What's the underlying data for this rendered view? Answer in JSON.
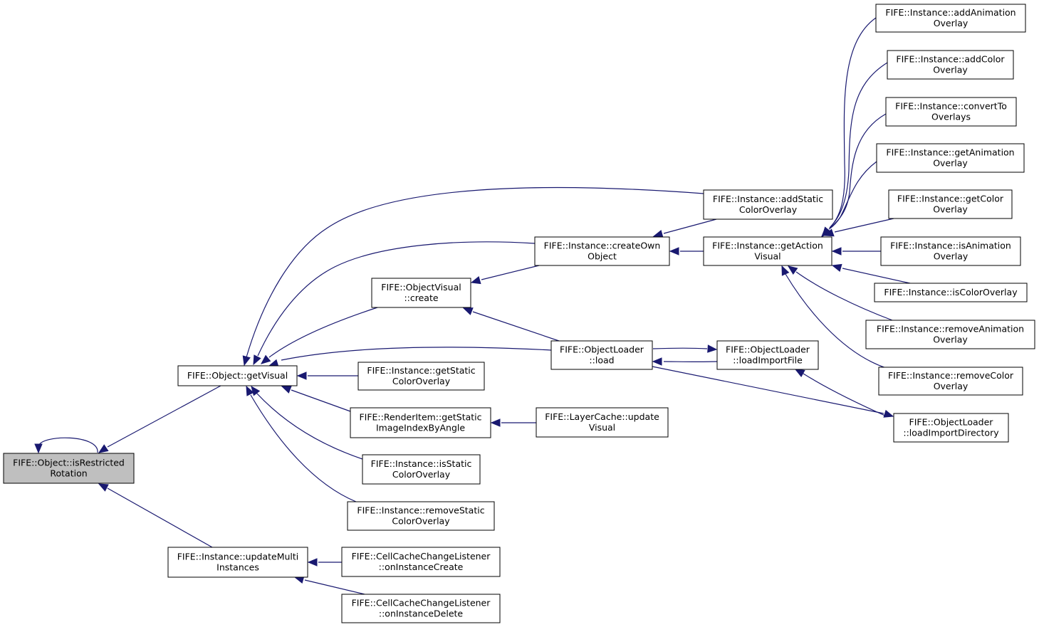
{
  "nodes": [
    {
      "id": "root",
      "lines": [
        "FIFE::Object::isRestricted",
        "Rotation"
      ],
      "current": true
    },
    {
      "id": "getVisual",
      "lines": [
        "FIFE::Object::getVisual"
      ]
    },
    {
      "id": "updateMulti",
      "lines": [
        "FIFE::Instance::updateMulti",
        "Instances"
      ]
    },
    {
      "id": "ovCreate",
      "lines": [
        "FIFE::ObjectVisual",
        "::create"
      ]
    },
    {
      "id": "createOwn",
      "lines": [
        "FIFE::Instance::createOwn",
        "Object"
      ]
    },
    {
      "id": "addStatic",
      "lines": [
        "FIFE::Instance::addStatic",
        "ColorOverlay"
      ]
    },
    {
      "id": "olLoad",
      "lines": [
        "FIFE::ObjectLoader",
        "::load"
      ]
    },
    {
      "id": "getStaticCO",
      "lines": [
        "FIFE::Instance::getStatic",
        "ColorOverlay"
      ]
    },
    {
      "id": "riGetStatic",
      "lines": [
        "FIFE::RenderItem::getStatic",
        "ImageIndexByAngle"
      ]
    },
    {
      "id": "isStaticCO",
      "lines": [
        "FIFE::Instance::isStatic",
        "ColorOverlay"
      ]
    },
    {
      "id": "removeStaticCO",
      "lines": [
        "FIFE::Instance::removeStatic",
        "ColorOverlay"
      ]
    },
    {
      "id": "lcUpdateVisual",
      "lines": [
        "FIFE::LayerCache::update",
        "Visual"
      ]
    },
    {
      "id": "getAction",
      "lines": [
        "FIFE::Instance::getAction",
        "Visual"
      ]
    },
    {
      "id": "loadImportFile",
      "lines": [
        "FIFE::ObjectLoader",
        "::loadImportFile"
      ]
    },
    {
      "id": "loadImportDir",
      "lines": [
        "FIFE::ObjectLoader",
        "::loadImportDirectory"
      ]
    },
    {
      "id": "addAnim",
      "lines": [
        "FIFE::Instance::addAnimation",
        "Overlay"
      ]
    },
    {
      "id": "addColor",
      "lines": [
        "FIFE::Instance::addColor",
        "Overlay"
      ]
    },
    {
      "id": "convertTo",
      "lines": [
        "FIFE::Instance::convertTo",
        "Overlays"
      ]
    },
    {
      "id": "getAnim",
      "lines": [
        "FIFE::Instance::getAnimation",
        "Overlay"
      ]
    },
    {
      "id": "getColor",
      "lines": [
        "FIFE::Instance::getColor",
        "Overlay"
      ]
    },
    {
      "id": "isAnim",
      "lines": [
        "FIFE::Instance::isAnimation",
        "Overlay"
      ]
    },
    {
      "id": "isColor",
      "lines": [
        "FIFE::Instance::isColorOverlay"
      ]
    },
    {
      "id": "removeAnim",
      "lines": [
        "FIFE::Instance::removeAnimation",
        "Overlay"
      ]
    },
    {
      "id": "removeColor",
      "lines": [
        "FIFE::Instance::removeColor",
        "Overlay"
      ]
    },
    {
      "id": "onCreate",
      "lines": [
        "FIFE::CellCacheChangeListener",
        "::onInstanceCreate"
      ]
    },
    {
      "id": "onDelete",
      "lines": [
        "FIFE::CellCacheChangeListener",
        "::onInstanceDelete"
      ]
    }
  ],
  "edges": [
    {
      "from": "root",
      "to": "root"
    },
    {
      "from": "getVisual",
      "to": "root"
    },
    {
      "from": "updateMulti",
      "to": "root"
    },
    {
      "from": "ovCreate",
      "to": "getVisual"
    },
    {
      "from": "createOwn",
      "to": "getVisual"
    },
    {
      "from": "addStatic",
      "to": "getVisual"
    },
    {
      "from": "olLoad",
      "to": "getVisual"
    },
    {
      "from": "getStaticCO",
      "to": "getVisual"
    },
    {
      "from": "riGetStatic",
      "to": "getVisual"
    },
    {
      "from": "isStaticCO",
      "to": "getVisual"
    },
    {
      "from": "removeStaticCO",
      "to": "getVisual"
    },
    {
      "from": "createOwn",
      "to": "ovCreate"
    },
    {
      "from": "olLoad",
      "to": "ovCreate"
    },
    {
      "from": "addStatic",
      "to": "createOwn"
    },
    {
      "from": "getAction",
      "to": "createOwn"
    },
    {
      "from": "loadImportFile",
      "to": "olLoad"
    },
    {
      "from": "olLoad",
      "to": "loadImportFile"
    },
    {
      "from": "loadImportDir",
      "to": "loadImportFile"
    },
    {
      "from": "loadImportDir",
      "to": "olLoad"
    },
    {
      "from": "lcUpdateVisual",
      "to": "riGetStatic"
    },
    {
      "from": "addAnim",
      "to": "getAction"
    },
    {
      "from": "addColor",
      "to": "getAction"
    },
    {
      "from": "convertTo",
      "to": "getAction"
    },
    {
      "from": "getAnim",
      "to": "getAction"
    },
    {
      "from": "getColor",
      "to": "getAction"
    },
    {
      "from": "isAnim",
      "to": "getAction"
    },
    {
      "from": "isColor",
      "to": "getAction"
    },
    {
      "from": "removeAnim",
      "to": "getAction"
    },
    {
      "from": "removeColor",
      "to": "getAction"
    },
    {
      "from": "onCreate",
      "to": "updateMulti"
    },
    {
      "from": "onDelete",
      "to": "updateMulti"
    }
  ],
  "colors": {
    "edge": "#191970",
    "current_node_fill": "#bfbfbf",
    "node_fill": "#ffffff",
    "node_border": "#000000"
  }
}
